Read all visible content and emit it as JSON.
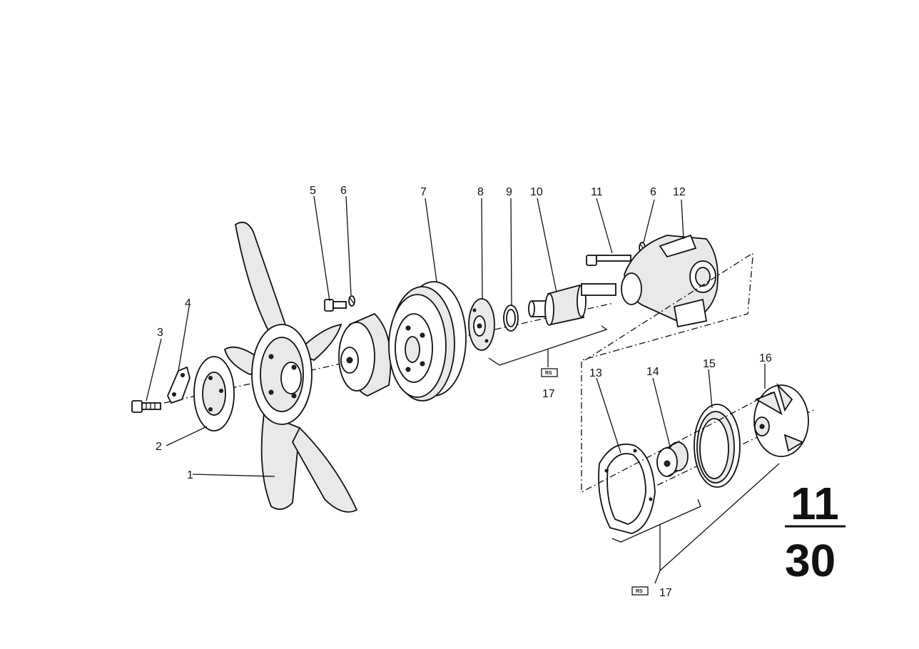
{
  "group_number": "11",
  "page_number": "30",
  "callouts": {
    "c1": "1",
    "c2": "2",
    "c3": "3",
    "c4": "4",
    "c5": "5",
    "c6a": "6",
    "c7": "7",
    "c8": "8",
    "c9": "9",
    "c10": "10",
    "c11": "11",
    "c6b": "6",
    "c12": "12",
    "c13": "13",
    "c14": "14",
    "c15": "15",
    "c16": "16",
    "c17a": "17",
    "c17b": "17"
  },
  "repair_set_badge": "RS",
  "icons": {
    "repair_set": "repair-set-icon"
  }
}
